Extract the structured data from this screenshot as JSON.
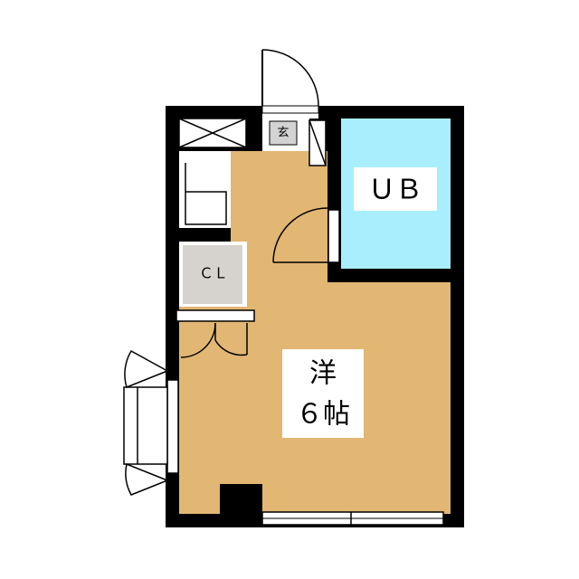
{
  "rooms": {
    "entrance": {
      "label": "玄"
    },
    "bath": {
      "label": "ＵＢ"
    },
    "closet": {
      "label": "ＣＬ"
    },
    "western_room": {
      "label_line1": "洋",
      "label_line2": "６帖"
    }
  },
  "colors": {
    "wall": "#000000",
    "floor": "#e2b673",
    "bath": "#a9eefc",
    "closet": "#d6d3ce",
    "entrance": "#d3d3d3",
    "line": "#000000"
  }
}
